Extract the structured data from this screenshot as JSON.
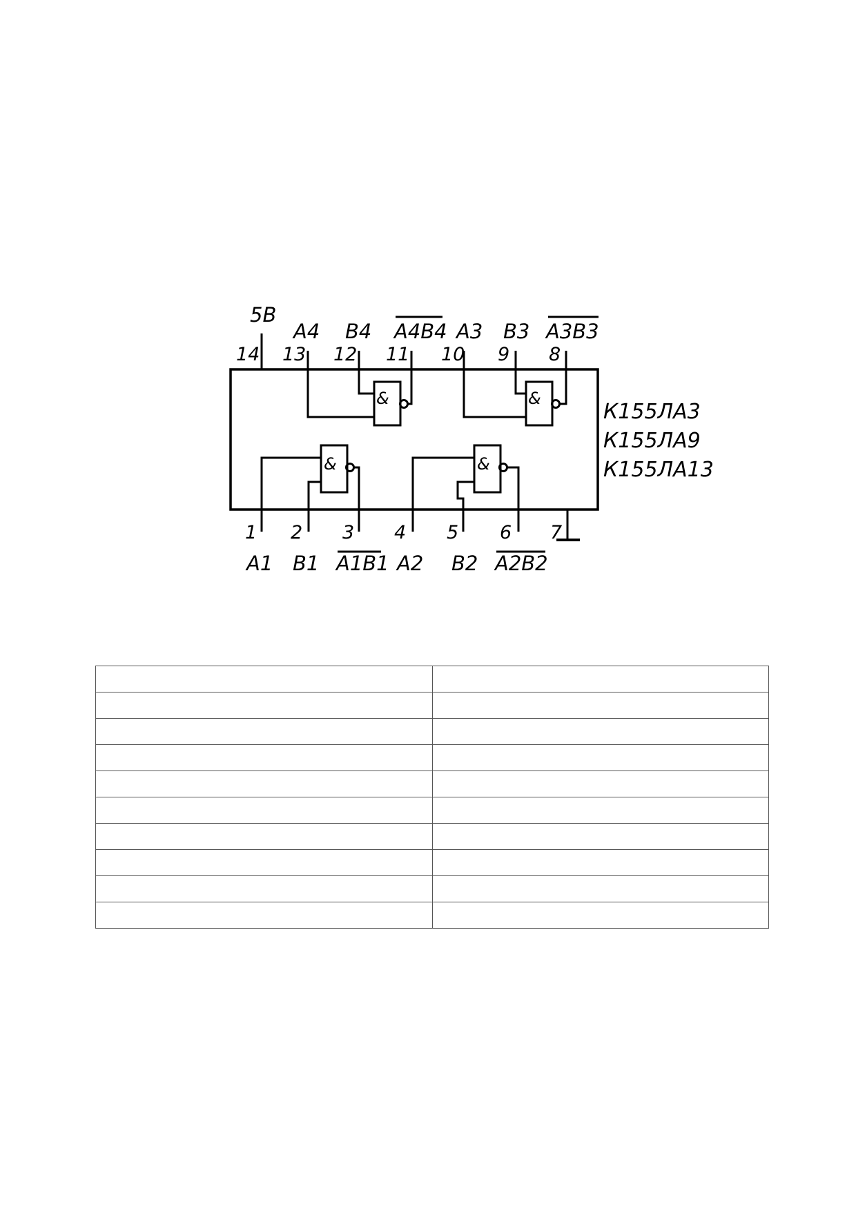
{
  "diagram": {
    "power_label": "5B",
    "chip_names": [
      "К155ЛА3",
      "К155ЛА9",
      "К155ЛА13"
    ],
    "gate_symbol": "&",
    "top_pins": [
      {
        "number": "14",
        "label": ""
      },
      {
        "number": "13",
        "label": "A4"
      },
      {
        "number": "12",
        "label": "B4"
      },
      {
        "number": "11",
        "label": "A4B4",
        "inverted": true
      },
      {
        "number": "10",
        "label": "A3"
      },
      {
        "number": "9",
        "label": "B3"
      },
      {
        "number": "8",
        "label": "A3B3",
        "inverted": true
      }
    ],
    "bottom_pins": [
      {
        "number": "1",
        "label": "A1"
      },
      {
        "number": "2",
        "label": "B1"
      },
      {
        "number": "3",
        "label": "A1B1",
        "inverted": true
      },
      {
        "number": "4",
        "label": "A2"
      },
      {
        "number": "5",
        "label": "B2"
      },
      {
        "number": "6",
        "label": "A2B2",
        "inverted": true
      },
      {
        "number": "7",
        "label": "",
        "ground": true
      }
    ]
  },
  "table": {
    "rows": 10,
    "cols": 2
  }
}
